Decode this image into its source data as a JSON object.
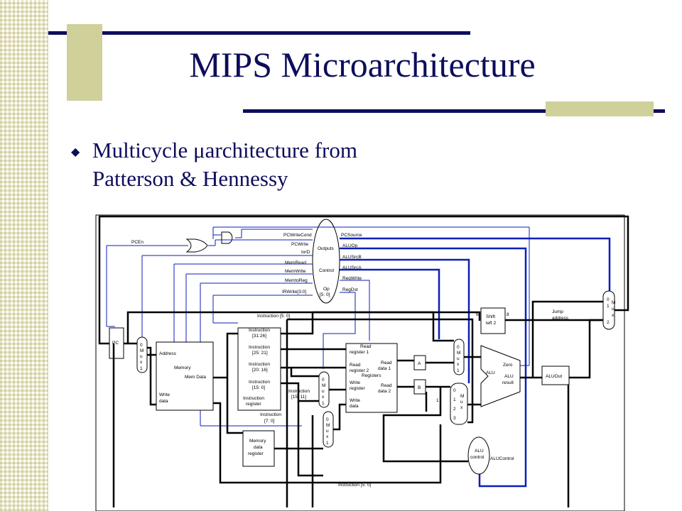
{
  "slide": {
    "title": "MIPS Microarchitecture",
    "bullet": {
      "icon": "diamond-bullet-icon",
      "line1": "Multicycle μarchitecture from",
      "line2": "Patterson & Hennessy"
    }
  },
  "colors": {
    "title": "#0d0d5c",
    "accent": "#cfd09a",
    "control_wire": "#0b1fb8"
  },
  "diagram": {
    "control_signals": {
      "pcwritecond": "PCWriteCond",
      "pcwrite": "PCWrite",
      "iord": "IorD",
      "memread": "MemRead",
      "memwrite": "MemWrite",
      "memtoreg": "MemtoReg",
      "irwrite": "IRWrite[3:0]",
      "pcsource": "PCSource",
      "aluop": "ALUOp",
      "alusrcb": "ALUSrcB",
      "alusrca": "ALUSrcA",
      "regwrite": "RegWrite",
      "regdst": "RegDst",
      "pcen": "PCEn",
      "alucontrol": "ALUControl"
    },
    "control": {
      "outputs": "Outputs",
      "control": "Control",
      "op": "Op",
      "op_bits": "[5: 0]"
    },
    "pc": "PC",
    "memory": {
      "address": "Address",
      "memory": "Memory",
      "memdata": "Mem Data",
      "write": "Write",
      "data": "data"
    },
    "instr_reg": {
      "f1": "Instruction",
      "f1b": "[31:26]",
      "f2": "Instruction",
      "f2b": "[25: 21]",
      "f3": "Instruction",
      "f3b": "[20: 16]",
      "f4": "Instruction",
      "f4b": "[15: 0]",
      "f5": "Instruction",
      "f5b": "register"
    },
    "instr_15_11": {
      "a": "Instruction",
      "b": "[15: 11]"
    },
    "instr_7_0": {
      "a": "Instruction",
      "b": "[7: 0]"
    },
    "instr_5_0_top": "Instruction [5: 0]",
    "instr_5_0_bottom": "Instruction [5: 0]",
    "regfile": {
      "rr1a": "Read",
      "rr1b": "register 1",
      "rr2a": "Read",
      "rr2b": "register 2",
      "rd1a": "Read",
      "rd1b": "data 1",
      "registers": "Registers",
      "wra": "Write",
      "wrb": "register",
      "rd2a": "Read",
      "rd2b": "data 2",
      "wda": "Write",
      "wdb": "data"
    },
    "a": "A",
    "b": "B",
    "mdr": {
      "a": "Memory",
      "b": "data",
      "c": "register"
    },
    "shift": {
      "a": "Shift",
      "b": "left 2",
      "in": "6",
      "out": "8"
    },
    "alu": {
      "label": "ALU",
      "zero": "Zero",
      "result1": "ALU",
      "result2": "result"
    },
    "aluout": "ALUOut",
    "alucontrol_block": {
      "a": "ALU",
      "b": "control"
    },
    "jump": {
      "a": "Jump",
      "b": "address"
    },
    "mux": {
      "m": "M",
      "u": "u",
      "x": "x",
      "zero": "0",
      "one": "1",
      "two": "2",
      "three": "3"
    },
    "const_four": "1"
  }
}
